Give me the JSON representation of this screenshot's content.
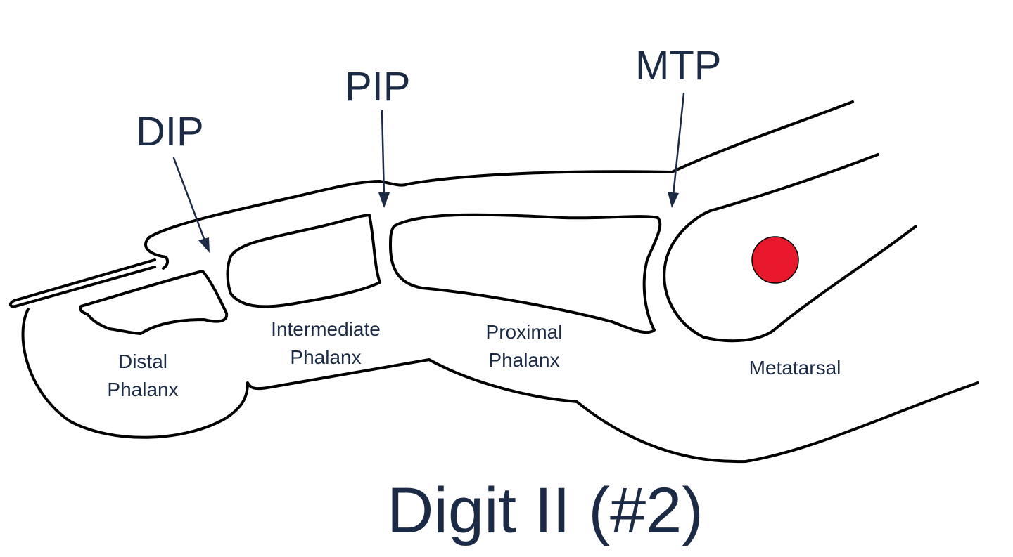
{
  "joints": {
    "dip": "DIP",
    "pip": "PIP",
    "mtp": "MTP"
  },
  "bones": {
    "distal": [
      "Distal",
      "Phalanx"
    ],
    "intermediate": [
      "Intermediate",
      "Phalanx"
    ],
    "proximal": [
      "Proximal",
      "Phalanx"
    ],
    "metatarsal": "Metatarsal"
  },
  "title": "Digit II (#2)",
  "colors": {
    "outline": "#000000",
    "label": "#1c2b45",
    "marker": "#e8192c"
  },
  "icons": {
    "marker": "red-dot"
  }
}
